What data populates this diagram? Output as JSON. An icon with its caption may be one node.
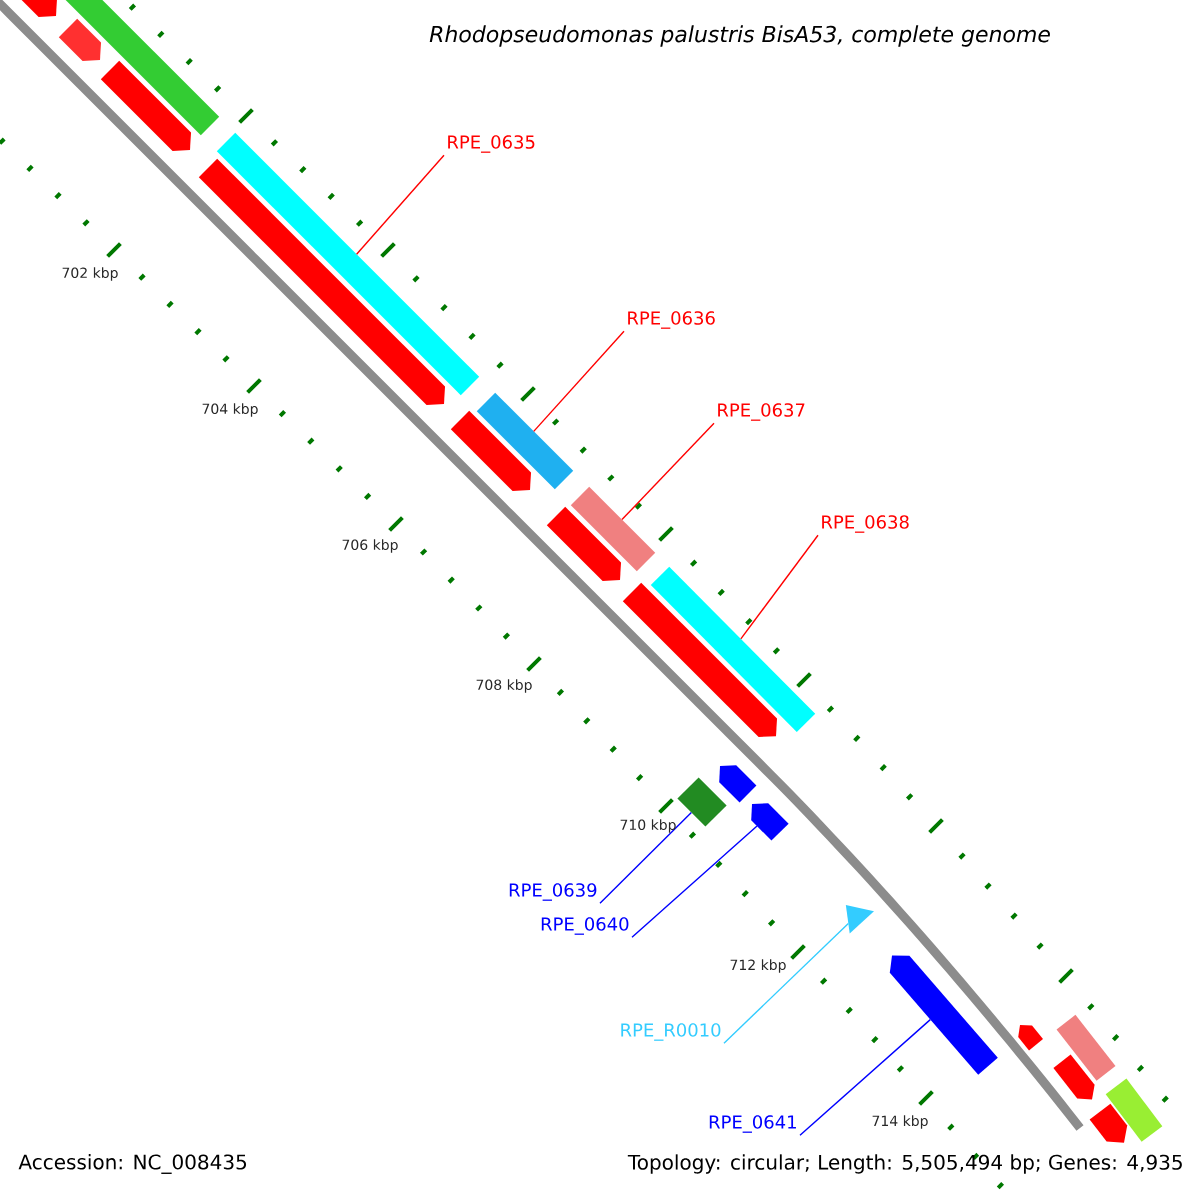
{
  "diagram": {
    "title": "Rhodopseudomonas palustris BisA53, complete genome",
    "nodes": [
      {
        "text": [
          "RPE_0635"
        ]
      },
      {
        "text": [
          "RPE_0636"
        ]
      },
      {
        "text": [
          "RPE_0637"
        ]
      },
      {
        "text": [
          "RPE_0638"
        ]
      },
      {
        "text": [
          "RPE_0639"
        ]
      },
      {
        "text": [
          "RPE_0640"
        ]
      },
      {
        "text": [
          "RPE_R0010"
        ]
      },
      {
        "text": [
          "RPE_0641"
        ]
      },
      {
        "text": [],
        "shape": "bar"
      },
      {
        "text": [],
        "shape": "pentagon"
      },
      {
        "text": [],
        "shape": "pentagon"
      },
      {
        "text": [],
        "shape": "pentagon"
      },
      {
        "text": [],
        "shape": "pentagon"
      },
      {
        "text": [],
        "shape": "bar"
      },
      {
        "text": [],
        "shape": "pentagon"
      },
      {
        "text": [],
        "shape": "bar"
      },
      {
        "text": [],
        "shape": "pentagon"
      },
      {
        "text": [],
        "shape": "bar"
      },
      {
        "text": [],
        "shape": "pentagon"
      },
      {
        "text": [],
        "shape": "bar"
      },
      {
        "text": [],
        "shape": "bar"
      },
      {
        "text": [],
        "shape": "pentagon"
      },
      {
        "text": [],
        "shape": "pentagon"
      },
      {
        "text": [],
        "shape": "triangle"
      },
      {
        "text": [],
        "shape": "pentagon"
      },
      {
        "text": [],
        "shape": "pentagon"
      },
      {
        "text": [],
        "shape": "pentagon"
      },
      {
        "text": [],
        "shape": "bar"
      },
      {
        "text": [],
        "shape": "pentagon"
      },
      {
        "text": [],
        "shape": "bar"
      }
    ],
    "edges": [
      {
        "from": 0,
        "to": 13,
        "arrow": "none"
      },
      {
        "from": 1,
        "to": 15,
        "arrow": "none"
      },
      {
        "from": 2,
        "to": 17,
        "arrow": "none"
      },
      {
        "from": 3,
        "to": 19,
        "arrow": "none"
      },
      {
        "from": 4,
        "to": 20,
        "arrow": "none",
        "color": "#0000ff"
      },
      {
        "from": 5,
        "to": 22,
        "arrow": "none",
        "color": "#0000ff"
      },
      {
        "from": 6,
        "to": 23,
        "arrow": "none",
        "color": "#33ccff"
      },
      {
        "from": 7,
        "to": 24,
        "arrow": "none",
        "color": "#0000ff"
      }
    ],
    "labels": [
      "702 kbp",
      "704 kbp",
      "706 kbp",
      "708 kbp",
      "710 kbp",
      "712 kbp",
      "714 kbp",
      "Accession: NC_008435",
      "Topology: circular; Length: 5,505,494 bp; Genes: 4,935"
    ]
  }
}
